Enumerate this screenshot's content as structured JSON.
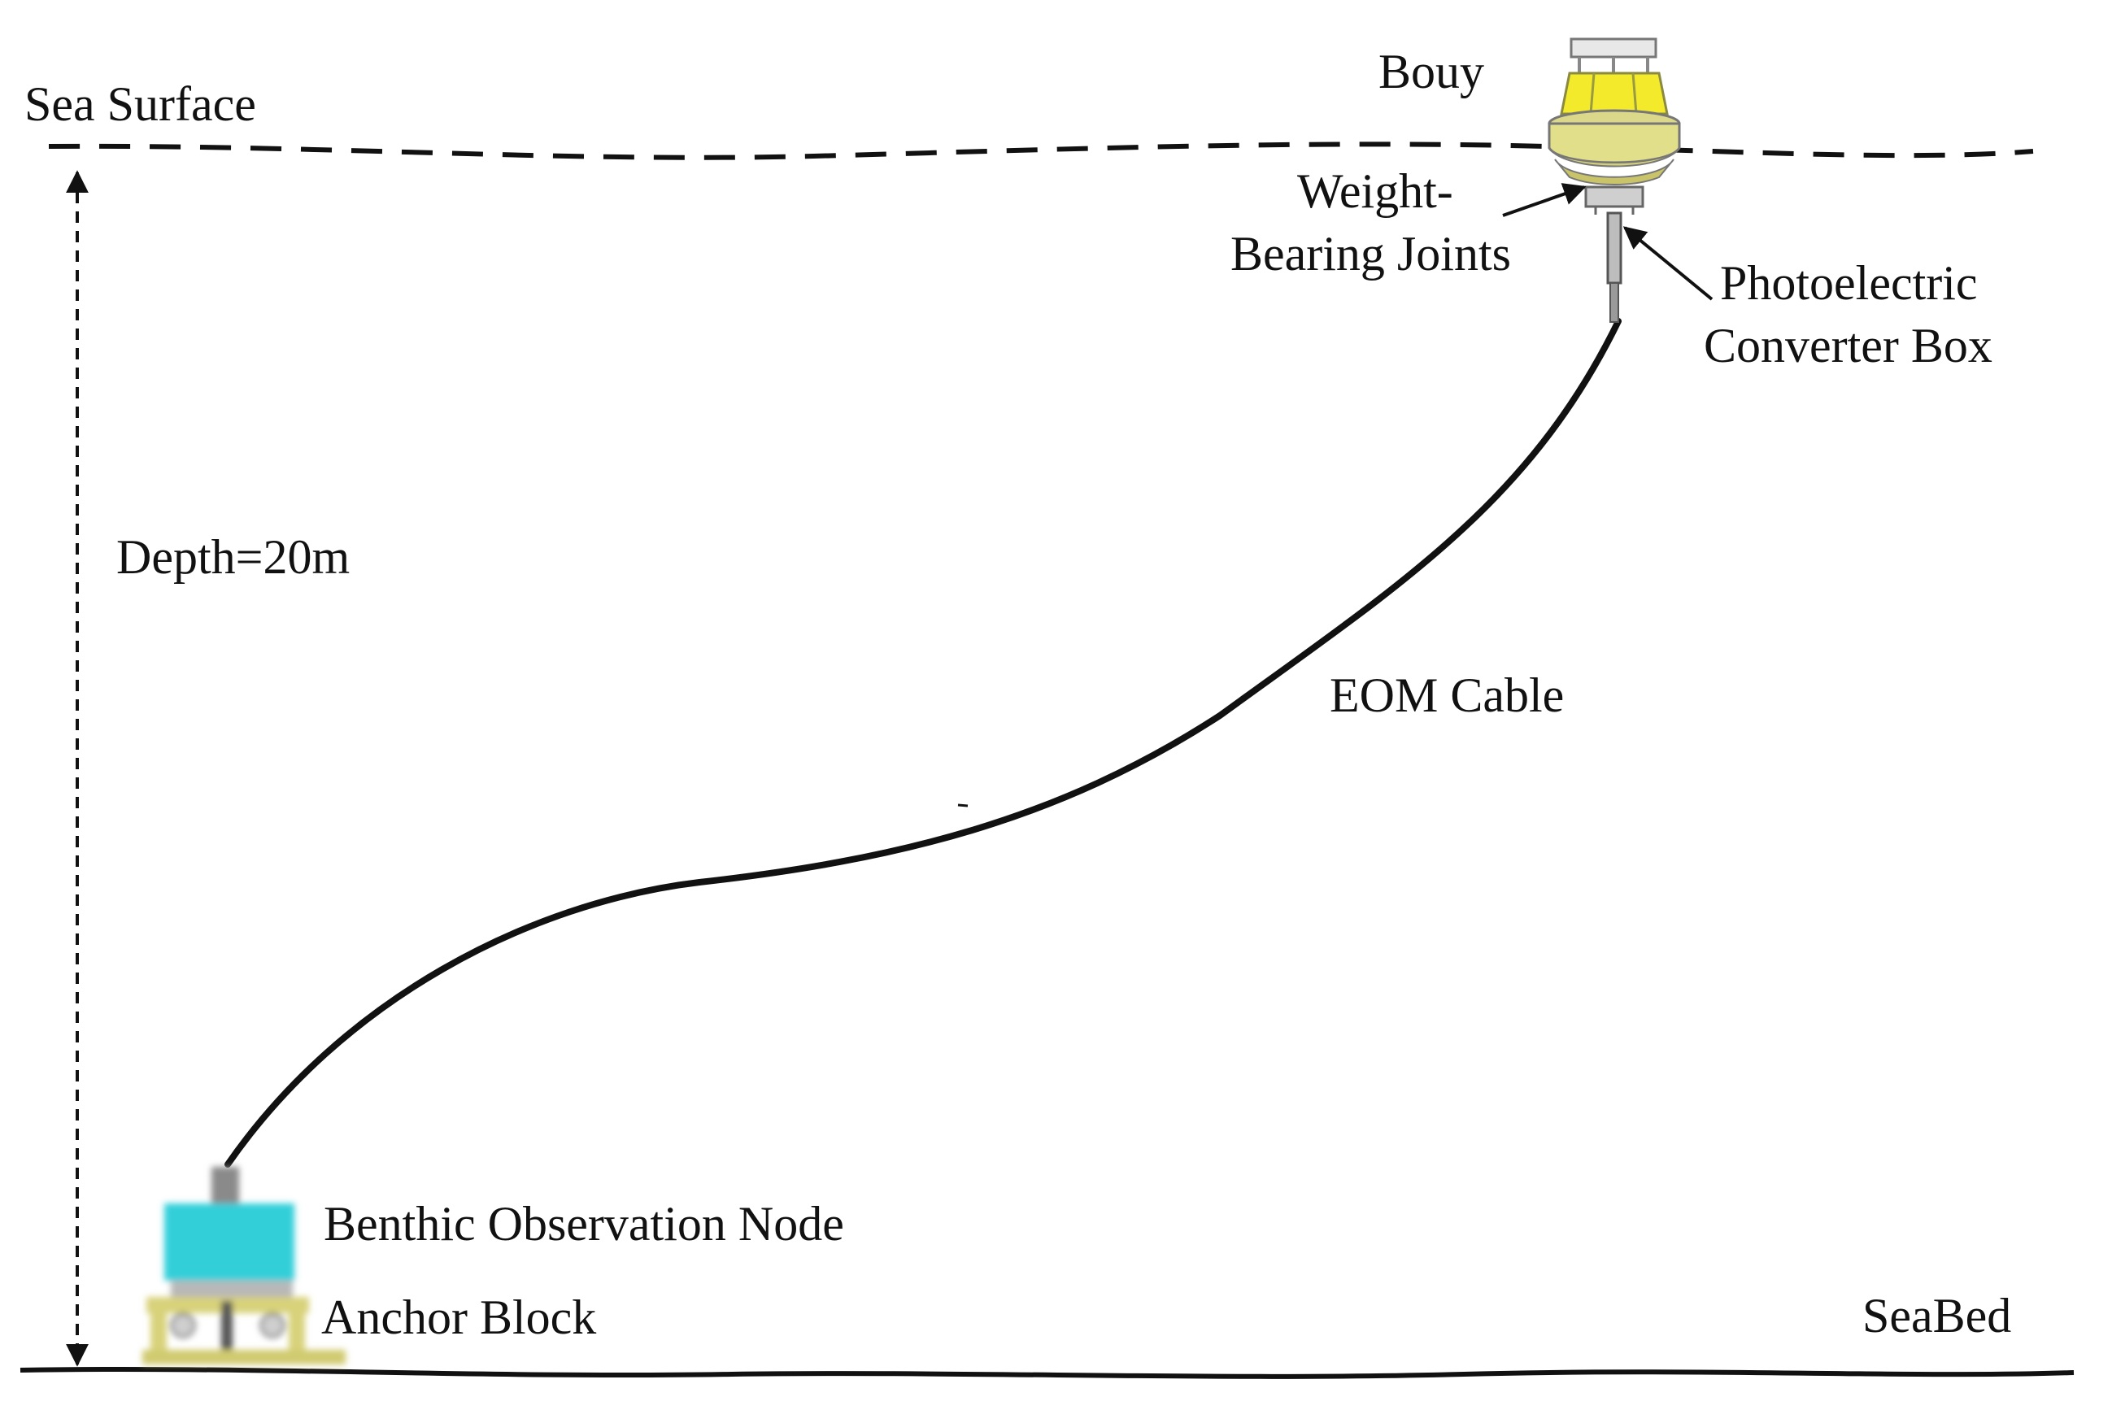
{
  "labels": {
    "sea_surface": "Sea Surface",
    "buoy": "Bouy",
    "weight_bearing_1": "Weight-",
    "weight_bearing_2": "Bearing Joints",
    "photoelectric_1": "Photoelectric",
    "photoelectric_2": "Converter Box",
    "depth": "Depth=20m",
    "eom_cable": "EOM Cable",
    "benthic_node": "Benthic Observation Node",
    "anchor_block": "Anchor Block",
    "seabed": "SeaBed"
  },
  "colors": {
    "ink": "#111111",
    "buoy_body": "#e2df8a",
    "buoy_top": "#f2ea2a",
    "node_body": "#33cfd9",
    "anchor_frame": "#d8d27a"
  }
}
